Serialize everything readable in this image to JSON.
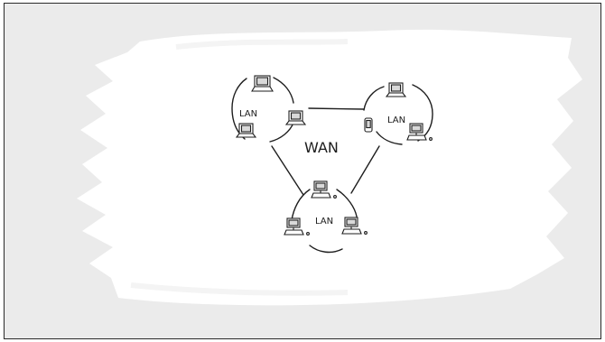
{
  "diagram": {
    "wan_label": "WAN",
    "lans": [
      {
        "label": "LAN"
      },
      {
        "label": "LAN"
      },
      {
        "label": "LAN"
      }
    ]
  }
}
